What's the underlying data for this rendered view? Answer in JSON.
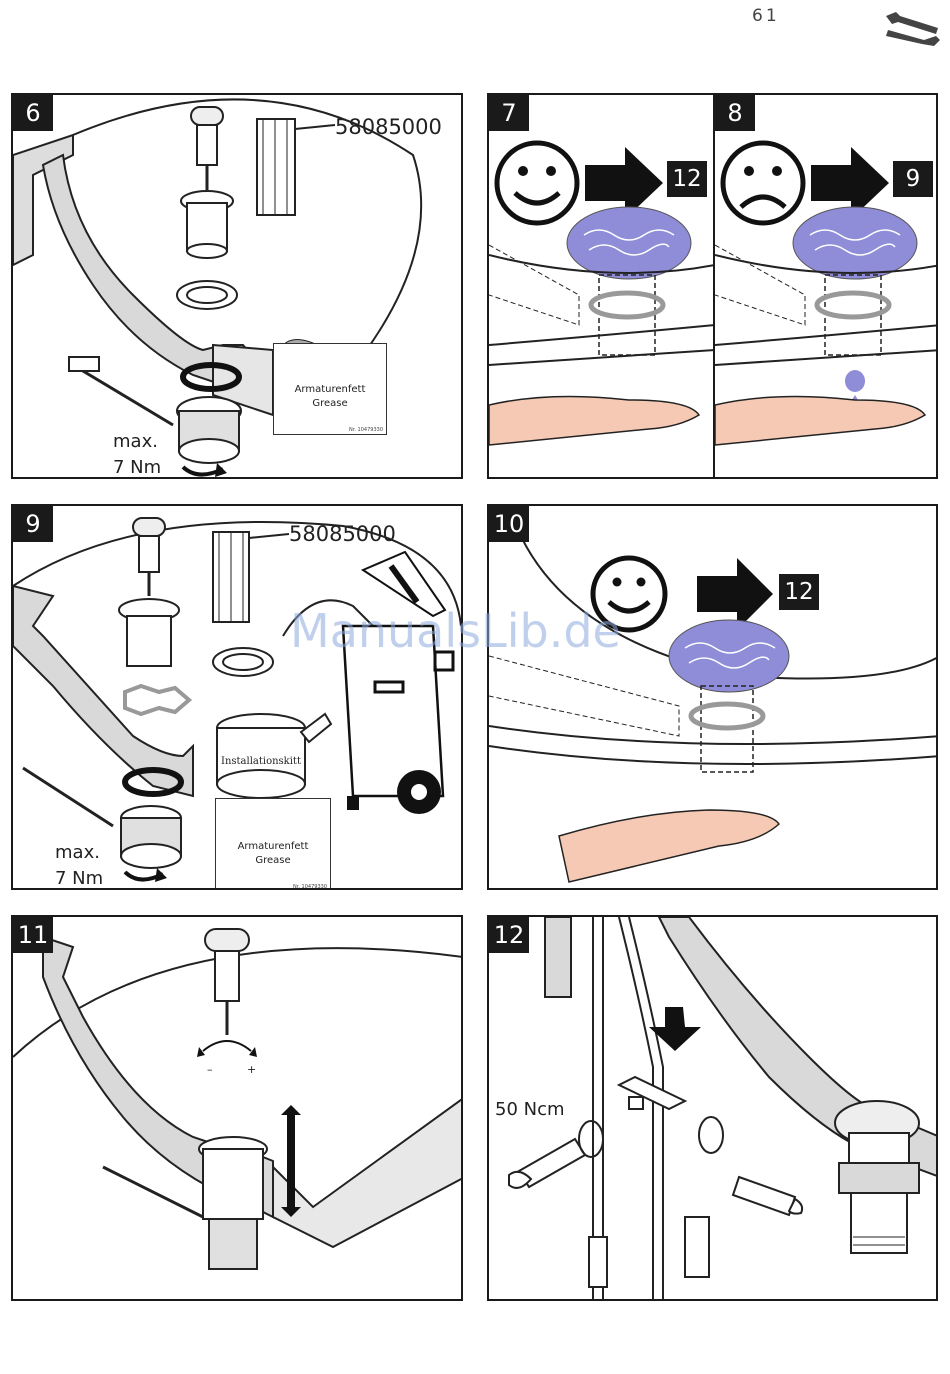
{
  "page": {
    "number": "61",
    "tools_icon": "wrench-screwdriver-icon"
  },
  "watermark": "ManualsLib.de",
  "panels": {
    "p6": {
      "step": "6",
      "part_number": "58085000",
      "grease_line1": "Armaturenfett",
      "grease_line2": "Grease",
      "grease_code": "Nr. 10479330",
      "torque_line1": "max.",
      "torque_line2": "7 Nm"
    },
    "p7": {
      "step": "7",
      "target": "12",
      "face": "happy-face-icon"
    },
    "p8": {
      "step": "8",
      "target": "9",
      "face": "sad-face-icon"
    },
    "p9": {
      "step": "9",
      "part_number": "58085000",
      "kitt_label": "Installationskitt",
      "grease_line1": "Armaturenfett",
      "grease_line2": "Grease",
      "grease_code": "Nr. 10479330",
      "torque_line1": "max.",
      "torque_line2": "7 Nm"
    },
    "p10": {
      "step": "10",
      "target": "12",
      "face": "happy-face-icon"
    },
    "p11": {
      "step": "11",
      "minus": "–",
      "plus": "+"
    },
    "p12": {
      "step": "12",
      "torque": "50 Ncm"
    }
  },
  "colors": {
    "water": "#8f8cd8",
    "skin": "#f6c9b4",
    "frame": "#1a1a1a",
    "arrow": "#1a1a1a"
  }
}
